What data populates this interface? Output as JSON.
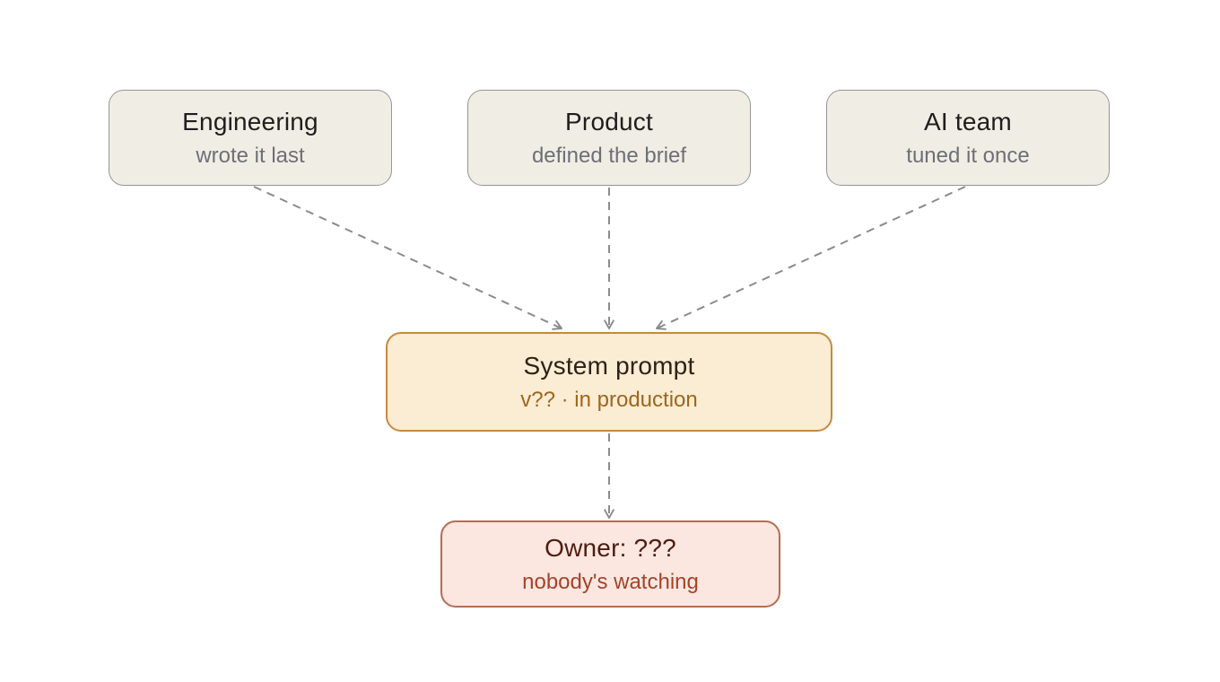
{
  "diagram": {
    "type": "flowchart",
    "direction": "top-down",
    "background_color": "#ffffff",
    "edge_color": "#8b8b8b",
    "edge_style": "dashed",
    "nodes": [
      {
        "id": "engineering",
        "title": "Engineering",
        "subtitle": "wrote it last",
        "bg_color": "#f0ede4",
        "border_color": "#959595",
        "title_color": "#1e1e1e",
        "subtitle_color": "#6c7076"
      },
      {
        "id": "product",
        "title": "Product",
        "subtitle": "defined the brief",
        "bg_color": "#f0ede4",
        "border_color": "#959595",
        "title_color": "#1e1e1e",
        "subtitle_color": "#6c7076"
      },
      {
        "id": "ai-team",
        "title": "AI team",
        "subtitle": "tuned it once",
        "bg_color": "#f0ede4",
        "border_color": "#959595",
        "title_color": "#1e1e1e",
        "subtitle_color": "#6c7076"
      },
      {
        "id": "system-prompt",
        "title": "System prompt",
        "subtitle": "v?? · in production",
        "bg_color": "#fbecd4",
        "border_color": "#c8893e",
        "title_color": "#2e2216",
        "subtitle_color": "#9d671d"
      },
      {
        "id": "owner",
        "title": "Owner: ???",
        "subtitle": "nobody's watching",
        "bg_color": "#fbe7e0",
        "border_color": "#b76b53",
        "title_color": "#4e1c0f",
        "subtitle_color": "#a4432a"
      }
    ],
    "edges": [
      {
        "from": "engineering",
        "to": "system-prompt",
        "style": "dashed",
        "arrowhead": "open-chevron"
      },
      {
        "from": "product",
        "to": "system-prompt",
        "style": "dashed",
        "arrowhead": "open-chevron"
      },
      {
        "from": "ai-team",
        "to": "system-prompt",
        "style": "dashed",
        "arrowhead": "open-chevron"
      },
      {
        "from": "system-prompt",
        "to": "owner",
        "style": "dashed",
        "arrowhead": "open-chevron"
      }
    ]
  }
}
